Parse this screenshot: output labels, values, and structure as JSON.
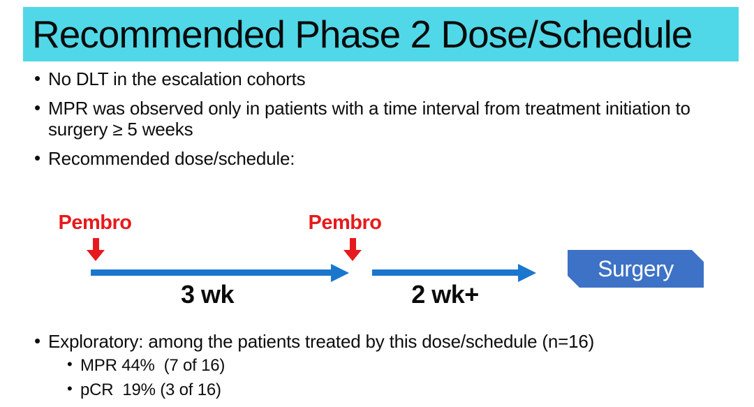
{
  "slide": {
    "title": "Recommended Phase 2 Dose/Schedule",
    "bullets": {
      "no_dlt": "No DLT in the escalation cohorts",
      "mpr_interval": "MPR was observed only in patients with a time interval from treatment initiation to surgery ≥ 5 weeks",
      "recommended": "Recommended dose/schedule:"
    },
    "diagram": {
      "dose1": "Pembro",
      "dose2": "Pembro",
      "interval1": "3 wk",
      "interval2": "2 wk+",
      "endpoint": "Surgery"
    },
    "exploratory": {
      "lead": "Exploratory: among the patients treated by this dose/schedule (n=16)",
      "mpr": "MPR 44%  (7 of 16)",
      "pcr": "pCR  19% (3 of 16)"
    },
    "colors": {
      "header_bg": "#50D8E8",
      "dose_red": "#E61A1D",
      "arrow_blue": "#1B76CE",
      "endpoint_blue": "#3D72C6"
    }
  }
}
